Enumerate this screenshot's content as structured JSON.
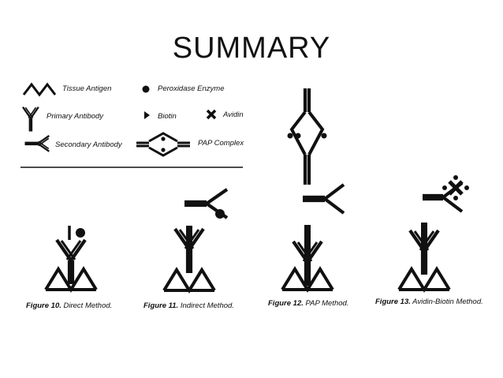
{
  "title": "SUMMARY",
  "legend": {
    "tissue_antigen": "Tissue Antigen",
    "peroxidase_enzyme": "Peroxidase Enzyme",
    "primary_antibody": "Primary Antibody",
    "biotin": "Biotin",
    "avidin": "Avidin",
    "secondary_antibody": "Secondary Antibody",
    "pap_complex": "PAP Complex"
  },
  "figures": [
    {
      "number": "Figure 10.",
      "method": "Direct Method."
    },
    {
      "number": "Figure 11.",
      "method": "Indirect Method."
    },
    {
      "number": "Figure 12.",
      "method": "PAP Method."
    },
    {
      "number": "Figure 13.",
      "method": "Avidin-Biotin Method."
    }
  ],
  "colors": {
    "ink": "#111111",
    "background": "#ffffff"
  }
}
